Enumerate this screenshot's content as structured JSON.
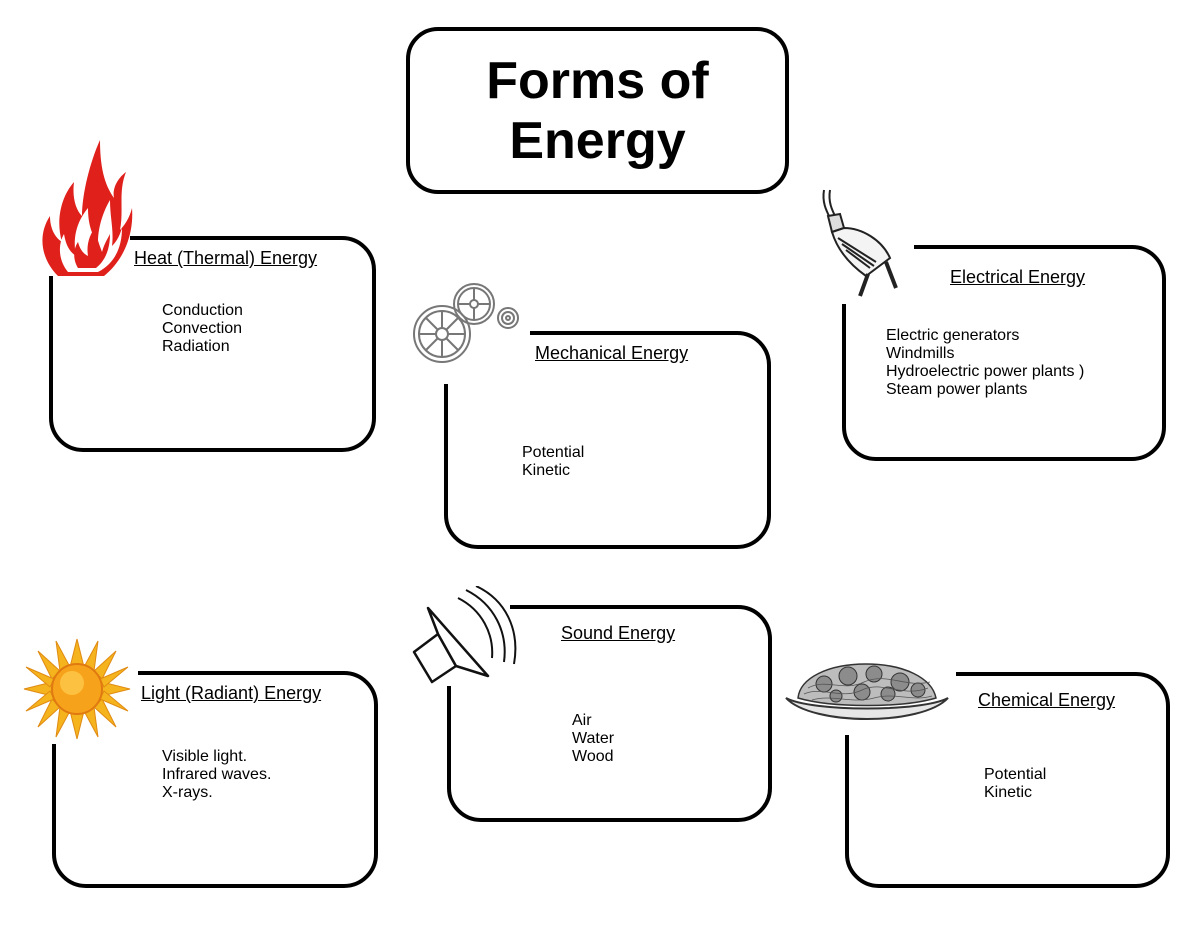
{
  "title": {
    "line1": "Forms of",
    "line2": "Energy"
  },
  "cards": {
    "heat": {
      "title": "Heat (Thermal) Energy",
      "items": [
        "Conduction",
        "Convection",
        "Radiation"
      ],
      "icon": "flame-icon"
    },
    "mechanical": {
      "title": "Mechanical Energy",
      "items": [
        "Potential",
        "Kinetic"
      ],
      "icon": "gears-icon"
    },
    "electrical": {
      "title": "Electrical Energy",
      "items": [
        "Electric generators",
        "Windmills",
        "Hydroelectric power plants )",
        "Steam power plants"
      ],
      "icon": "plug-icon"
    },
    "light": {
      "title": "Light (Radiant) Energy",
      "items": [
        "Visible light.",
        "Infrared waves.",
        "X-rays."
      ],
      "icon": "sun-icon"
    },
    "sound": {
      "title": "Sound Energy",
      "items": [
        "Air",
        "Water",
        "Wood"
      ],
      "icon": "speaker-icon"
    },
    "chemical": {
      "title": "Chemical Energy",
      "items": [
        "Potential",
        "Kinetic"
      ],
      "icon": "food-plate-icon"
    }
  },
  "colors": {
    "flame_outer": "#e0201b",
    "flame_inner": "#ffffff",
    "sun_core": "#f7a21b",
    "sun_rays": "#f5b41d"
  }
}
